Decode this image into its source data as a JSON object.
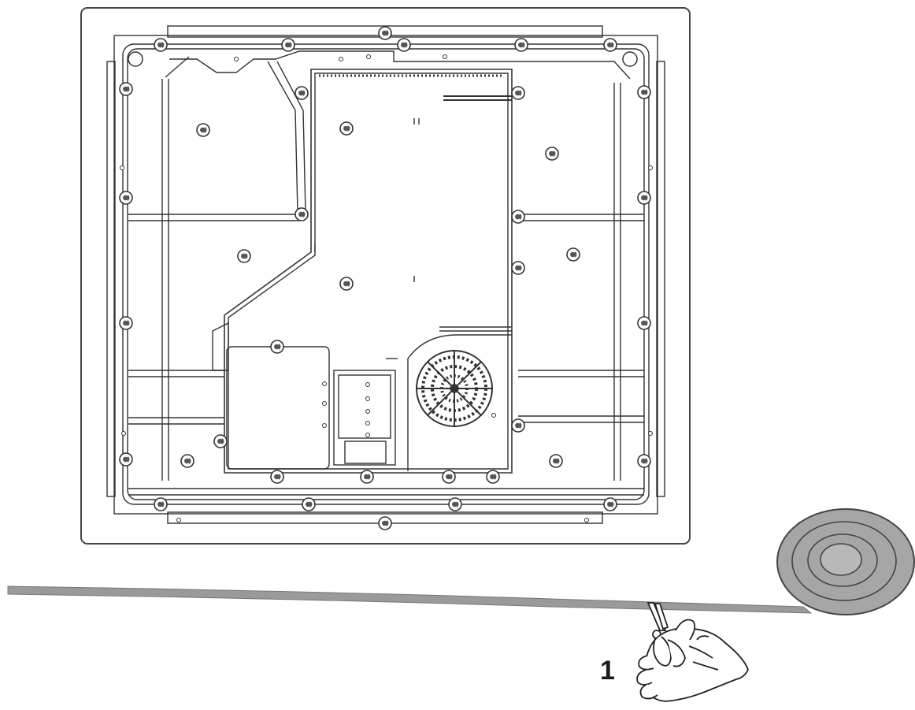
{
  "diagram": {
    "step_number": "1",
    "colors": {
      "line": "#3a3a3a",
      "panel_fill": "#ffffff",
      "tape": "#9a9a9a",
      "tape_dark": "#6e6e6e",
      "tape_light": "#b8b8b8"
    },
    "icons": [
      "hob-underside",
      "sealing-tape",
      "tape-roll",
      "hand-with-scissors"
    ]
  }
}
